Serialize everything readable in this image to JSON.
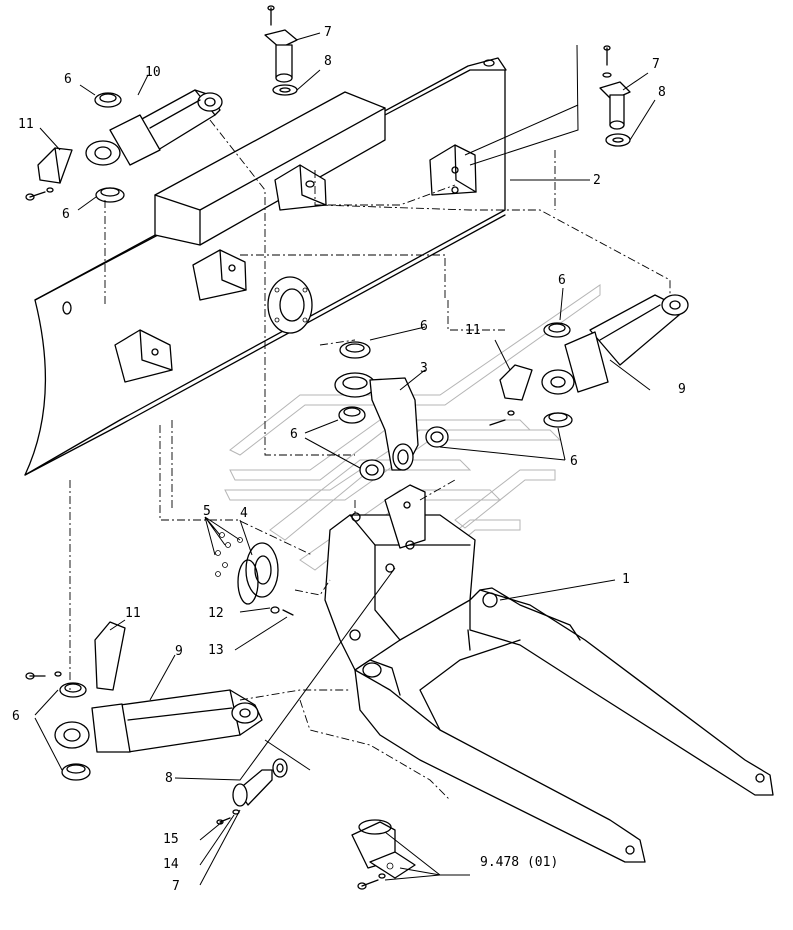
{
  "callouts": [
    {
      "text": "7"
    },
    {
      "text": "8"
    },
    {
      "text": "7"
    },
    {
      "text": "8"
    },
    {
      "text": "6"
    },
    {
      "text": "10"
    },
    {
      "text": "11"
    },
    {
      "text": "6"
    },
    {
      "text": "2"
    },
    {
      "text": "6"
    },
    {
      "text": "11"
    },
    {
      "text": "6"
    },
    {
      "text": "3"
    },
    {
      "text": "9"
    },
    {
      "text": "6"
    },
    {
      "text": "6"
    },
    {
      "text": "5"
    },
    {
      "text": "4"
    },
    {
      "text": "12"
    },
    {
      "text": "13"
    },
    {
      "text": "1"
    },
    {
      "text": "11"
    },
    {
      "text": "9"
    },
    {
      "text": "6"
    },
    {
      "text": "8"
    },
    {
      "text": "15"
    },
    {
      "text": "14"
    },
    {
      "text": "7"
    },
    {
      "text": "9.478 (01)"
    }
  ]
}
